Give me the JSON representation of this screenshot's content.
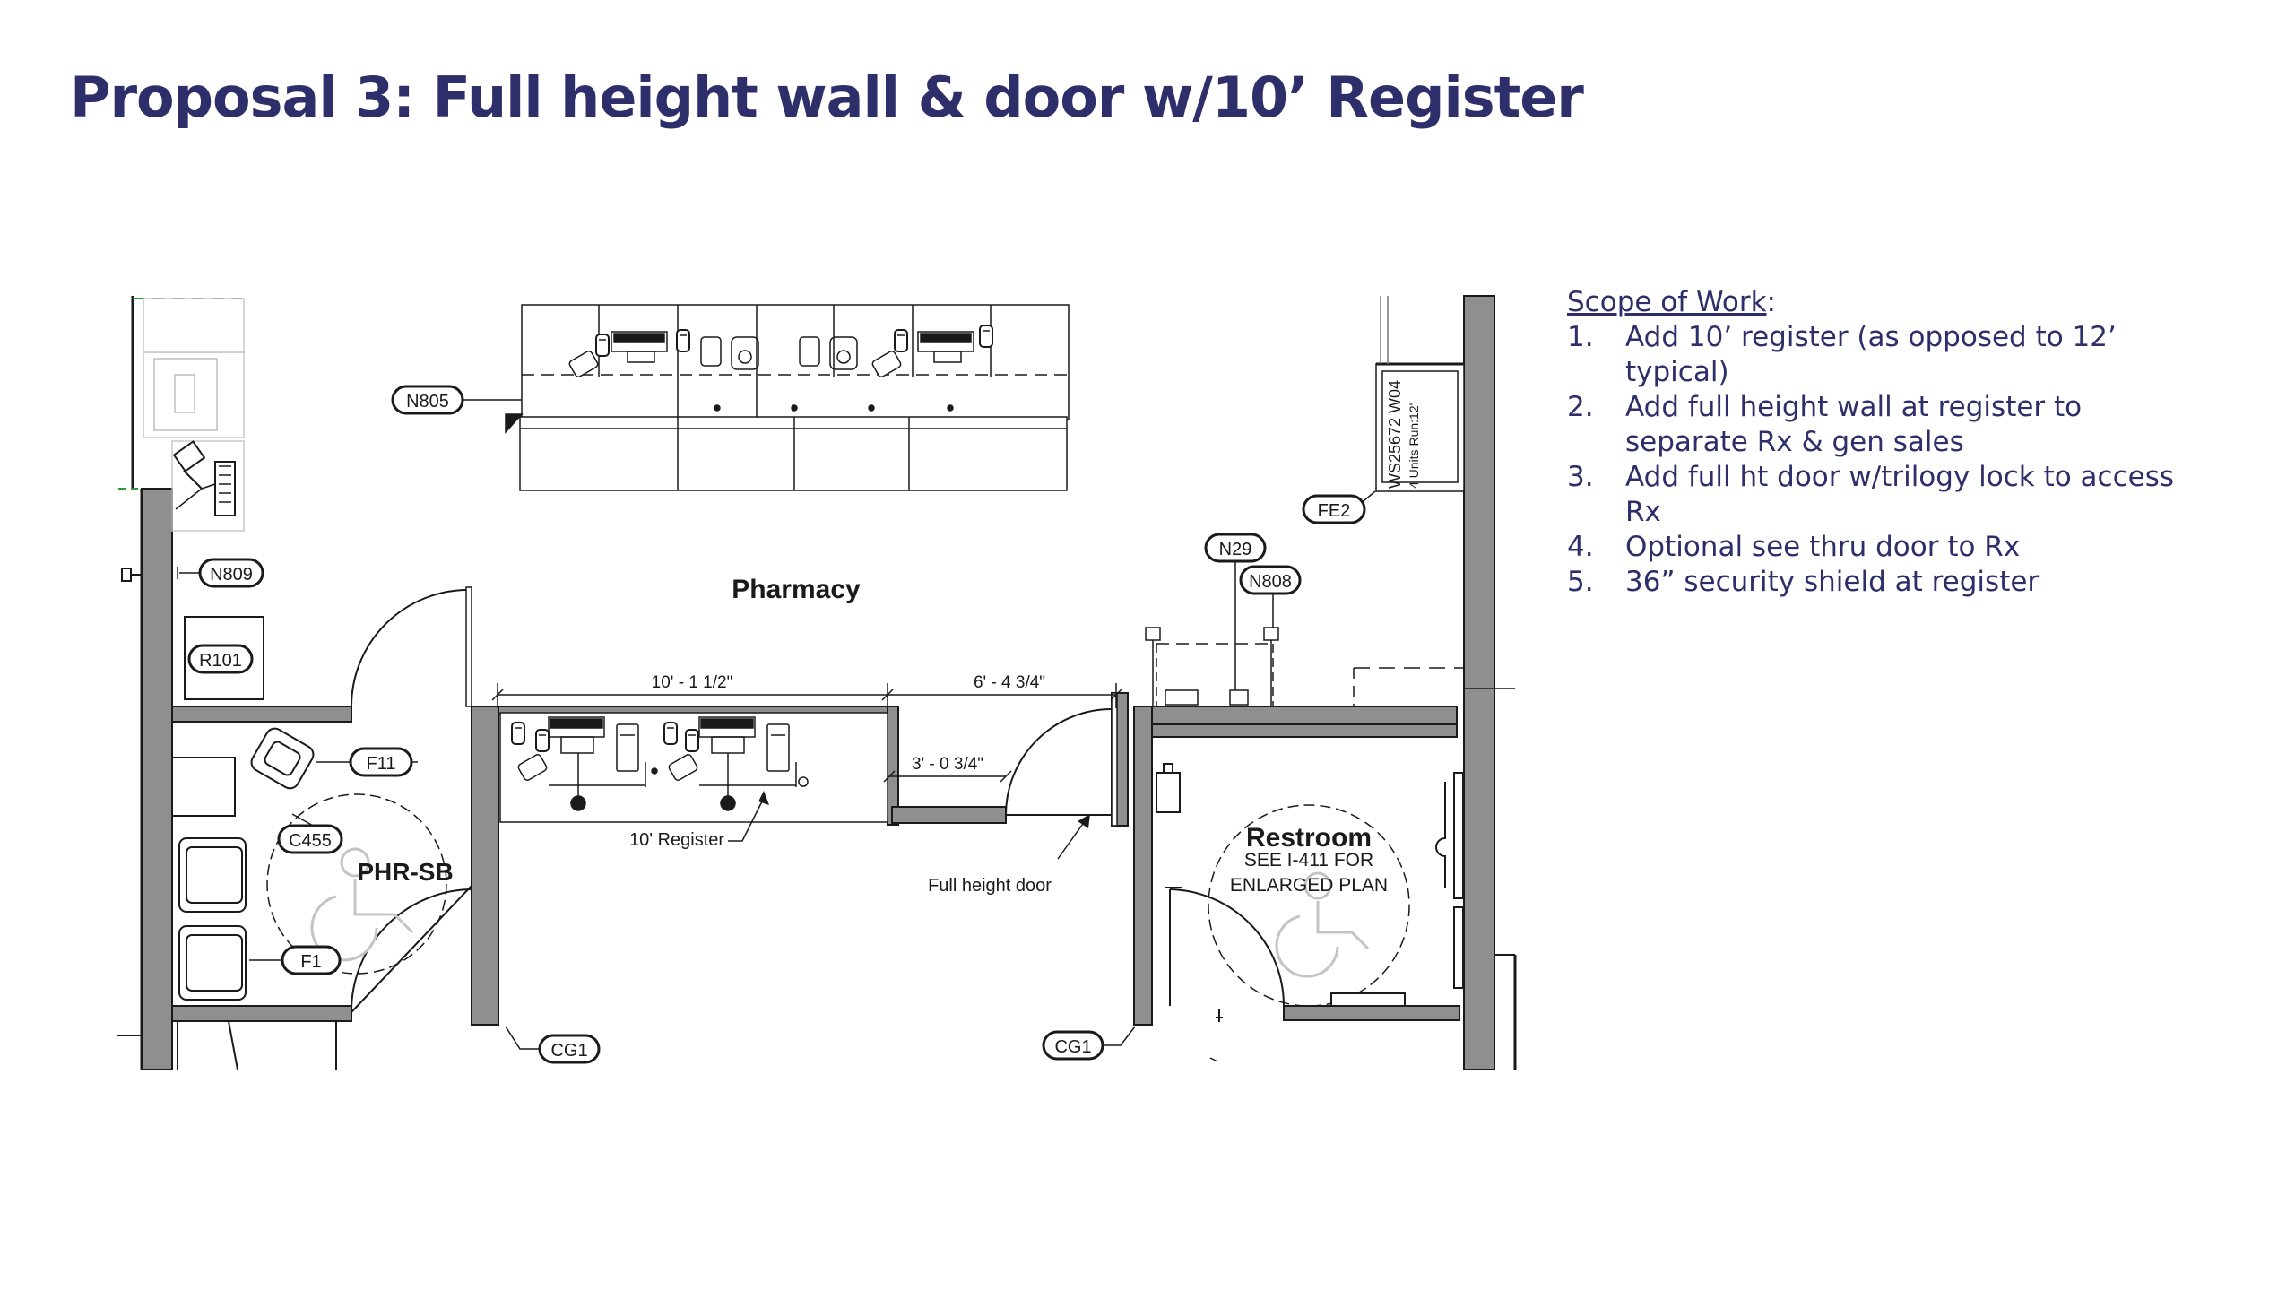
{
  "title": "Proposal 3: Full height wall & door w/10’ Register",
  "scope": {
    "heading": "Scope of Work",
    "colon": ":",
    "items": [
      {
        "num": "1.",
        "text": "Add 10’ register (as opposed to 12’ typical)"
      },
      {
        "num": "2.",
        "text": "Add full height wall at register to separate Rx & gen sales"
      },
      {
        "num": "3.",
        "text": "Add full ht door w/trilogy lock to access Rx"
      },
      {
        "num": "4.",
        "text": "Optional see thru door to Rx"
      },
      {
        "num": "5.",
        "text": "36” security shield at register"
      }
    ]
  },
  "plan": {
    "rooms": {
      "pharmacy": "Pharmacy",
      "restroom": "Restroom",
      "phr_sb": "PHR-SB"
    },
    "restroom_note": {
      "line1": "SEE I-411 FOR",
      "line2": "ENLARGED PLAN"
    },
    "tags": {
      "n805": "N805",
      "n809": "N809",
      "r101": "R101",
      "f11": "F11",
      "c455": "C455",
      "f1": "F1",
      "cg1_left": "CG1",
      "cg1_right": "CG1",
      "n29": "N29",
      "n808": "N808",
      "fe2": "FE2"
    },
    "dimensions": {
      "register_width": "10' - 1 1/2\"",
      "wall_segment": "6' - 4 3/4\"",
      "door_width": "3' - 0 3/4\""
    },
    "callouts": {
      "register": "10' Register",
      "door": "Full height door"
    },
    "equipment_label": {
      "line1": "WS25672 W04",
      "line2": "4 Units  Run:12'"
    }
  },
  "colors": {
    "title": "#2e2f6a",
    "wall_fill": "#8f8f8f",
    "line": "#1a1a1a"
  }
}
